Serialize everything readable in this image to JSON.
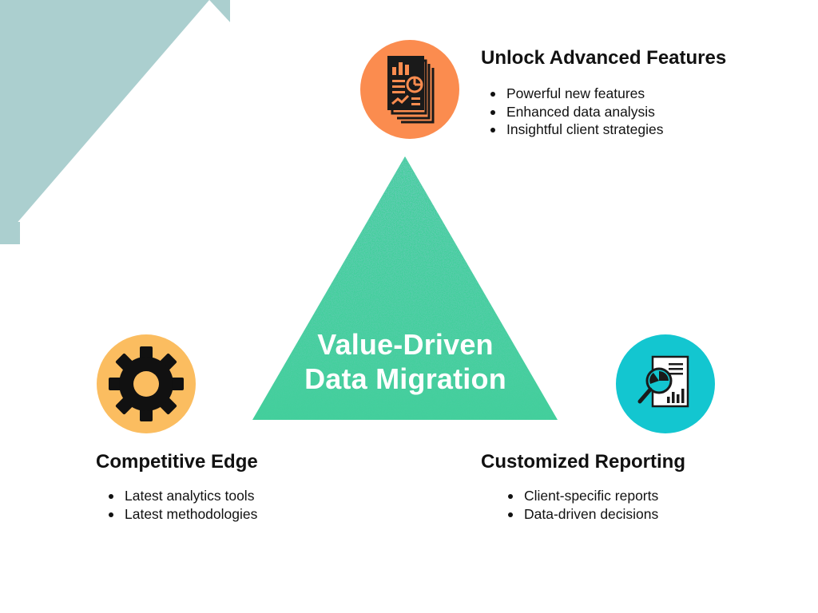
{
  "colors": {
    "corner_teal": "#abcfcf",
    "triangle_green": "#43cf9c",
    "triangle_speckle": "#229a76",
    "orange_circle": "#fb8c4f",
    "yellow_circle": "#fbbd60",
    "cyan_circle": "#13c6d0",
    "text_dark": "#111111"
  },
  "center": {
    "line1": "Value-Driven",
    "line2": "Data Migration"
  },
  "top_block": {
    "icon": "report-document-icon",
    "title": "Unlock Advanced Features",
    "items": [
      "Powerful new features",
      "Enhanced data analysis",
      "Insightful client strategies"
    ]
  },
  "left_block": {
    "icon": "gear-icon",
    "title": "Competitive Edge",
    "items": [
      "Latest analytics tools",
      "Latest methodologies"
    ]
  },
  "right_block": {
    "icon": "magnifier-report-icon",
    "title": "Customized Reporting",
    "items": [
      "Client-specific reports",
      "Data-driven decisions"
    ]
  }
}
